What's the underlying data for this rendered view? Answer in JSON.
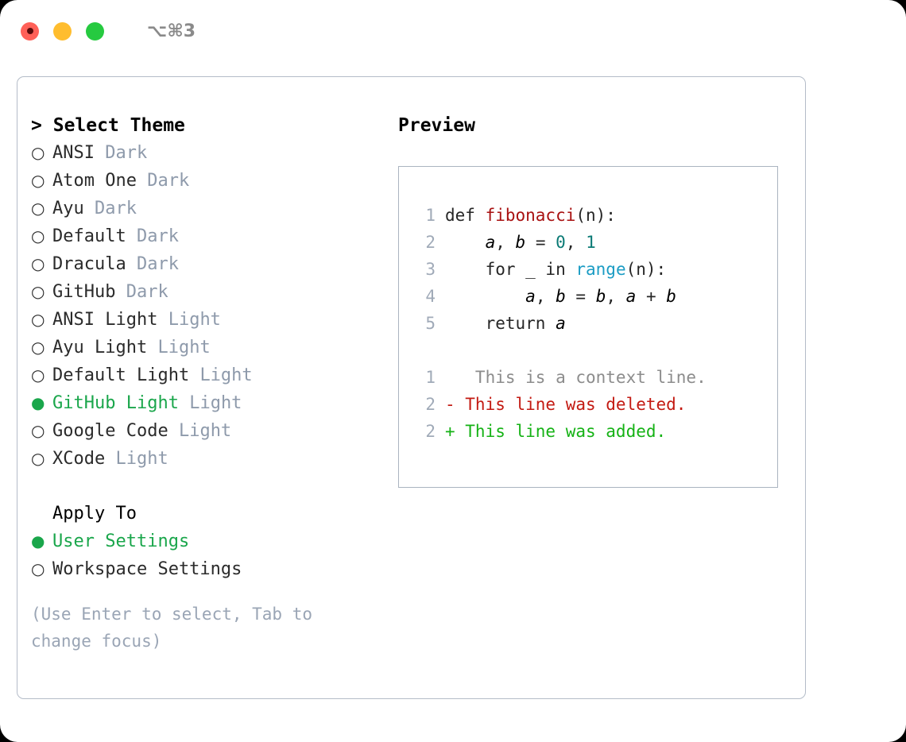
{
  "window": {
    "shortcut": "⌥⌘3",
    "lights": [
      "close-red",
      "minimize-yellow",
      "maximize-green"
    ]
  },
  "theme_picker": {
    "heading_prompt": ">",
    "heading": "Select Theme",
    "marker_unselected": "○",
    "marker_selected": "●",
    "selected_color": "#1aa64b",
    "suffix_color": "#8e9aab",
    "options": [
      {
        "label": "ANSI",
        "suffix": "Dark",
        "selected": false
      },
      {
        "label": "Atom One",
        "suffix": "Dark",
        "selected": false
      },
      {
        "label": "Ayu",
        "suffix": "Dark",
        "selected": false
      },
      {
        "label": "Default",
        "suffix": "Dark",
        "selected": false
      },
      {
        "label": "Dracula",
        "suffix": "Dark",
        "selected": false
      },
      {
        "label": "GitHub",
        "suffix": "Dark",
        "selected": false
      },
      {
        "label": "ANSI Light",
        "suffix": "Light",
        "selected": false
      },
      {
        "label": "Ayu Light",
        "suffix": "Light",
        "selected": false
      },
      {
        "label": "Default Light",
        "suffix": "Light",
        "selected": false
      },
      {
        "label": "GitHub Light",
        "suffix": "Light",
        "selected": true
      },
      {
        "label": "Google Code",
        "suffix": "Light",
        "selected": false
      },
      {
        "label": "XCode",
        "suffix": "Light",
        "selected": false
      }
    ]
  },
  "apply_to": {
    "heading": "Apply To",
    "options": [
      {
        "label": "User Settings",
        "selected": true
      },
      {
        "label": "Workspace Settings",
        "selected": false
      }
    ]
  },
  "hint": "(Use Enter to select, Tab to change focus)",
  "preview": {
    "heading": "Preview",
    "code_lines": [
      {
        "no": "1",
        "tokens": [
          {
            "t": "def ",
            "c": "plain"
          },
          {
            "t": "fibonacci",
            "c": "func"
          },
          {
            "t": "(n):",
            "c": "plain"
          }
        ]
      },
      {
        "no": "2",
        "tokens": [
          {
            "t": "    ",
            "c": "plain"
          },
          {
            "t": "a",
            "c": "var"
          },
          {
            "t": ", ",
            "c": "plain"
          },
          {
            "t": "b",
            "c": "var"
          },
          {
            "t": " = ",
            "c": "plain"
          },
          {
            "t": "0",
            "c": "num"
          },
          {
            "t": ", ",
            "c": "plain"
          },
          {
            "t": "1",
            "c": "num"
          }
        ]
      },
      {
        "no": "3",
        "tokens": [
          {
            "t": "    for _ in ",
            "c": "plain"
          },
          {
            "t": "range",
            "c": "builtin"
          },
          {
            "t": "(n):",
            "c": "plain"
          }
        ]
      },
      {
        "no": "4",
        "tokens": [
          {
            "t": "        ",
            "c": "plain"
          },
          {
            "t": "a",
            "c": "var"
          },
          {
            "t": ", ",
            "c": "plain"
          },
          {
            "t": "b",
            "c": "var"
          },
          {
            "t": " = ",
            "c": "plain"
          },
          {
            "t": "b",
            "c": "var"
          },
          {
            "t": ", ",
            "c": "plain"
          },
          {
            "t": "a",
            "c": "var"
          },
          {
            "t": " + ",
            "c": "plain"
          },
          {
            "t": "b",
            "c": "var"
          }
        ]
      },
      {
        "no": "5",
        "tokens": [
          {
            "t": "    return ",
            "c": "plain"
          },
          {
            "t": "a",
            "c": "var"
          }
        ]
      }
    ],
    "diff_lines": [
      {
        "no": "1",
        "sign": " ",
        "text": "  This is a context line.",
        "kind": "context"
      },
      {
        "no": "2",
        "sign": "-",
        "text": " This line was deleted.",
        "kind": "delete"
      },
      {
        "no": "2",
        "sign": "+",
        "text": " This line was added.",
        "kind": "add"
      }
    ],
    "colors": {
      "function": "#a81010",
      "number": "#0b7a75",
      "builtin": "#1b9cc4",
      "diff_context": "#8c8c8c",
      "diff_delete": "#c31a12",
      "diff_add": "#15b215",
      "line_number": "#a0aab8"
    }
  }
}
